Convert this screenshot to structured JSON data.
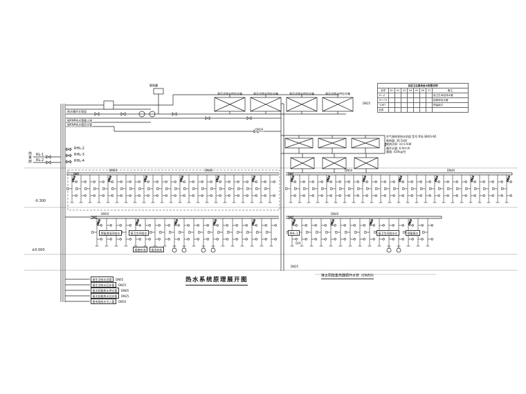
{
  "sheet": {
    "title": "热水系统原理展开图"
  },
  "left": {
    "room_vertical": "仿真房",
    "rl1": "RL-1",
    "rl2": "RL-2",
    "rhl2": "RHL-2",
    "rhl3": "RHL-3",
    "rhl4": "RHL-4",
    "elev_upper": "-0.300",
    "elev_lower": "±0.000"
  },
  "topleft": {
    "expansion_tank": "膨胀罐",
    "pump_group": "热水循环水泵组",
    "note1": "接RNP给水管截止阀",
    "note2": "接RNP给水管回水管"
  },
  "tanks": {
    "label": "承压式热水供应水箱"
  },
  "heatpump": {
    "l1": "空气源热泵热水机组 型号:RSJ-380/S-N1",
    "l2": "制热量: 36.5kW",
    "l3": "制热功率: 10.57kW",
    "l4": "循环水量: 6.9m³/h",
    "l5": "重量: 420kg/台"
  },
  "table": {
    "title": "各层卫生器具给水配置说明",
    "headers": [
      "名称",
      "B1",
      "02",
      "03",
      "04",
      "05",
      "06",
      "07",
      "备注"
    ],
    "rows": [
      [
        "15 ㎡",
        "",
        "",
        "",
        "",
        "",
        "",
        "",
        "接卫生间给排水管"
      ],
      [
        "15+73",
        "",
        "",
        "",
        "",
        "",
        "",
        "",
        "接厨房给水管"
      ],
      [
        "飞367",
        "",
        "",
        "",
        "",
        "",
        "",
        "",
        "预留接口"
      ],
      [
        "全部",
        "",
        "",
        "",
        "",
        "",
        "",
        "",
        ""
      ]
    ]
  },
  "bus": {
    "dn50": "DN50",
    "dn40": "DN40",
    "dn32": "DN32",
    "dn25": "DN25",
    "dn20": "DN20"
  },
  "fixture_dn": "DN15",
  "band2": {
    "shower_box": "预留淋浴间给水",
    "wc_box": "接卫生间给水",
    "mop_box": "接拖布池",
    "washer_box": "接洗衣机",
    "rhl1": "RHL-1",
    "return": "回水",
    "wc2_box": "接卫生间给水②",
    "reserve_box": "预留接口"
  },
  "legend": {
    "rows": [
      {
        "label": "接生活给水总管",
        "dn": "DN65"
      },
      {
        "label": "接生活热水回水管",
        "dn": "DN25"
      },
      {
        "label": "接太阳能热水供水管",
        "dn": "DN65"
      },
      {
        "label": "接太阳能热水回水管",
        "dn": "DN25"
      },
      {
        "label": "接市政给水引入管",
        "dn": "DN50"
      }
    ]
  },
  "bottom_right": {
    "note": "接太阳能集热器循环水管",
    "dn": "(DN50)"
  },
  "misc": {
    "dn20_mid": "DN20",
    "dn25_tank": "DN25",
    "dn25_bottom": "DN25"
  }
}
